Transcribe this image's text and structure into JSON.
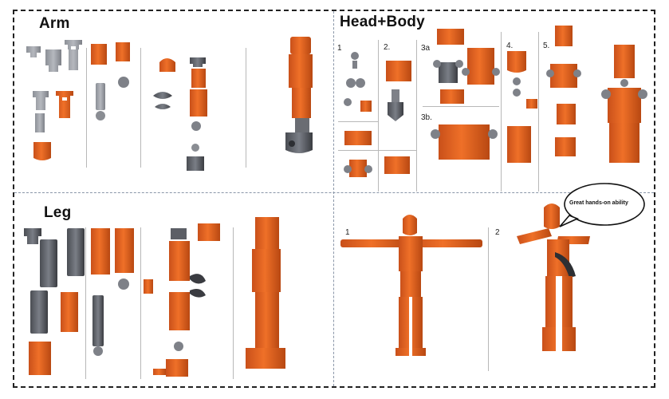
{
  "sections": {
    "arm": {
      "title": "Arm"
    },
    "head_body": {
      "title": "Head+Body",
      "steps": [
        "1",
        "2.",
        "3a",
        "3b.",
        "4.",
        "5."
      ]
    },
    "leg": {
      "title": "Leg"
    },
    "pose": {
      "steps": [
        "1",
        "2"
      ],
      "speech_bubble": "Great hands-on ability"
    }
  },
  "colors": {
    "orange": "#e8641c",
    "orange_dark": "#b94a12",
    "grey": "#5c5f66",
    "grey_dark": "#3a3c41",
    "frame": "#222222"
  }
}
